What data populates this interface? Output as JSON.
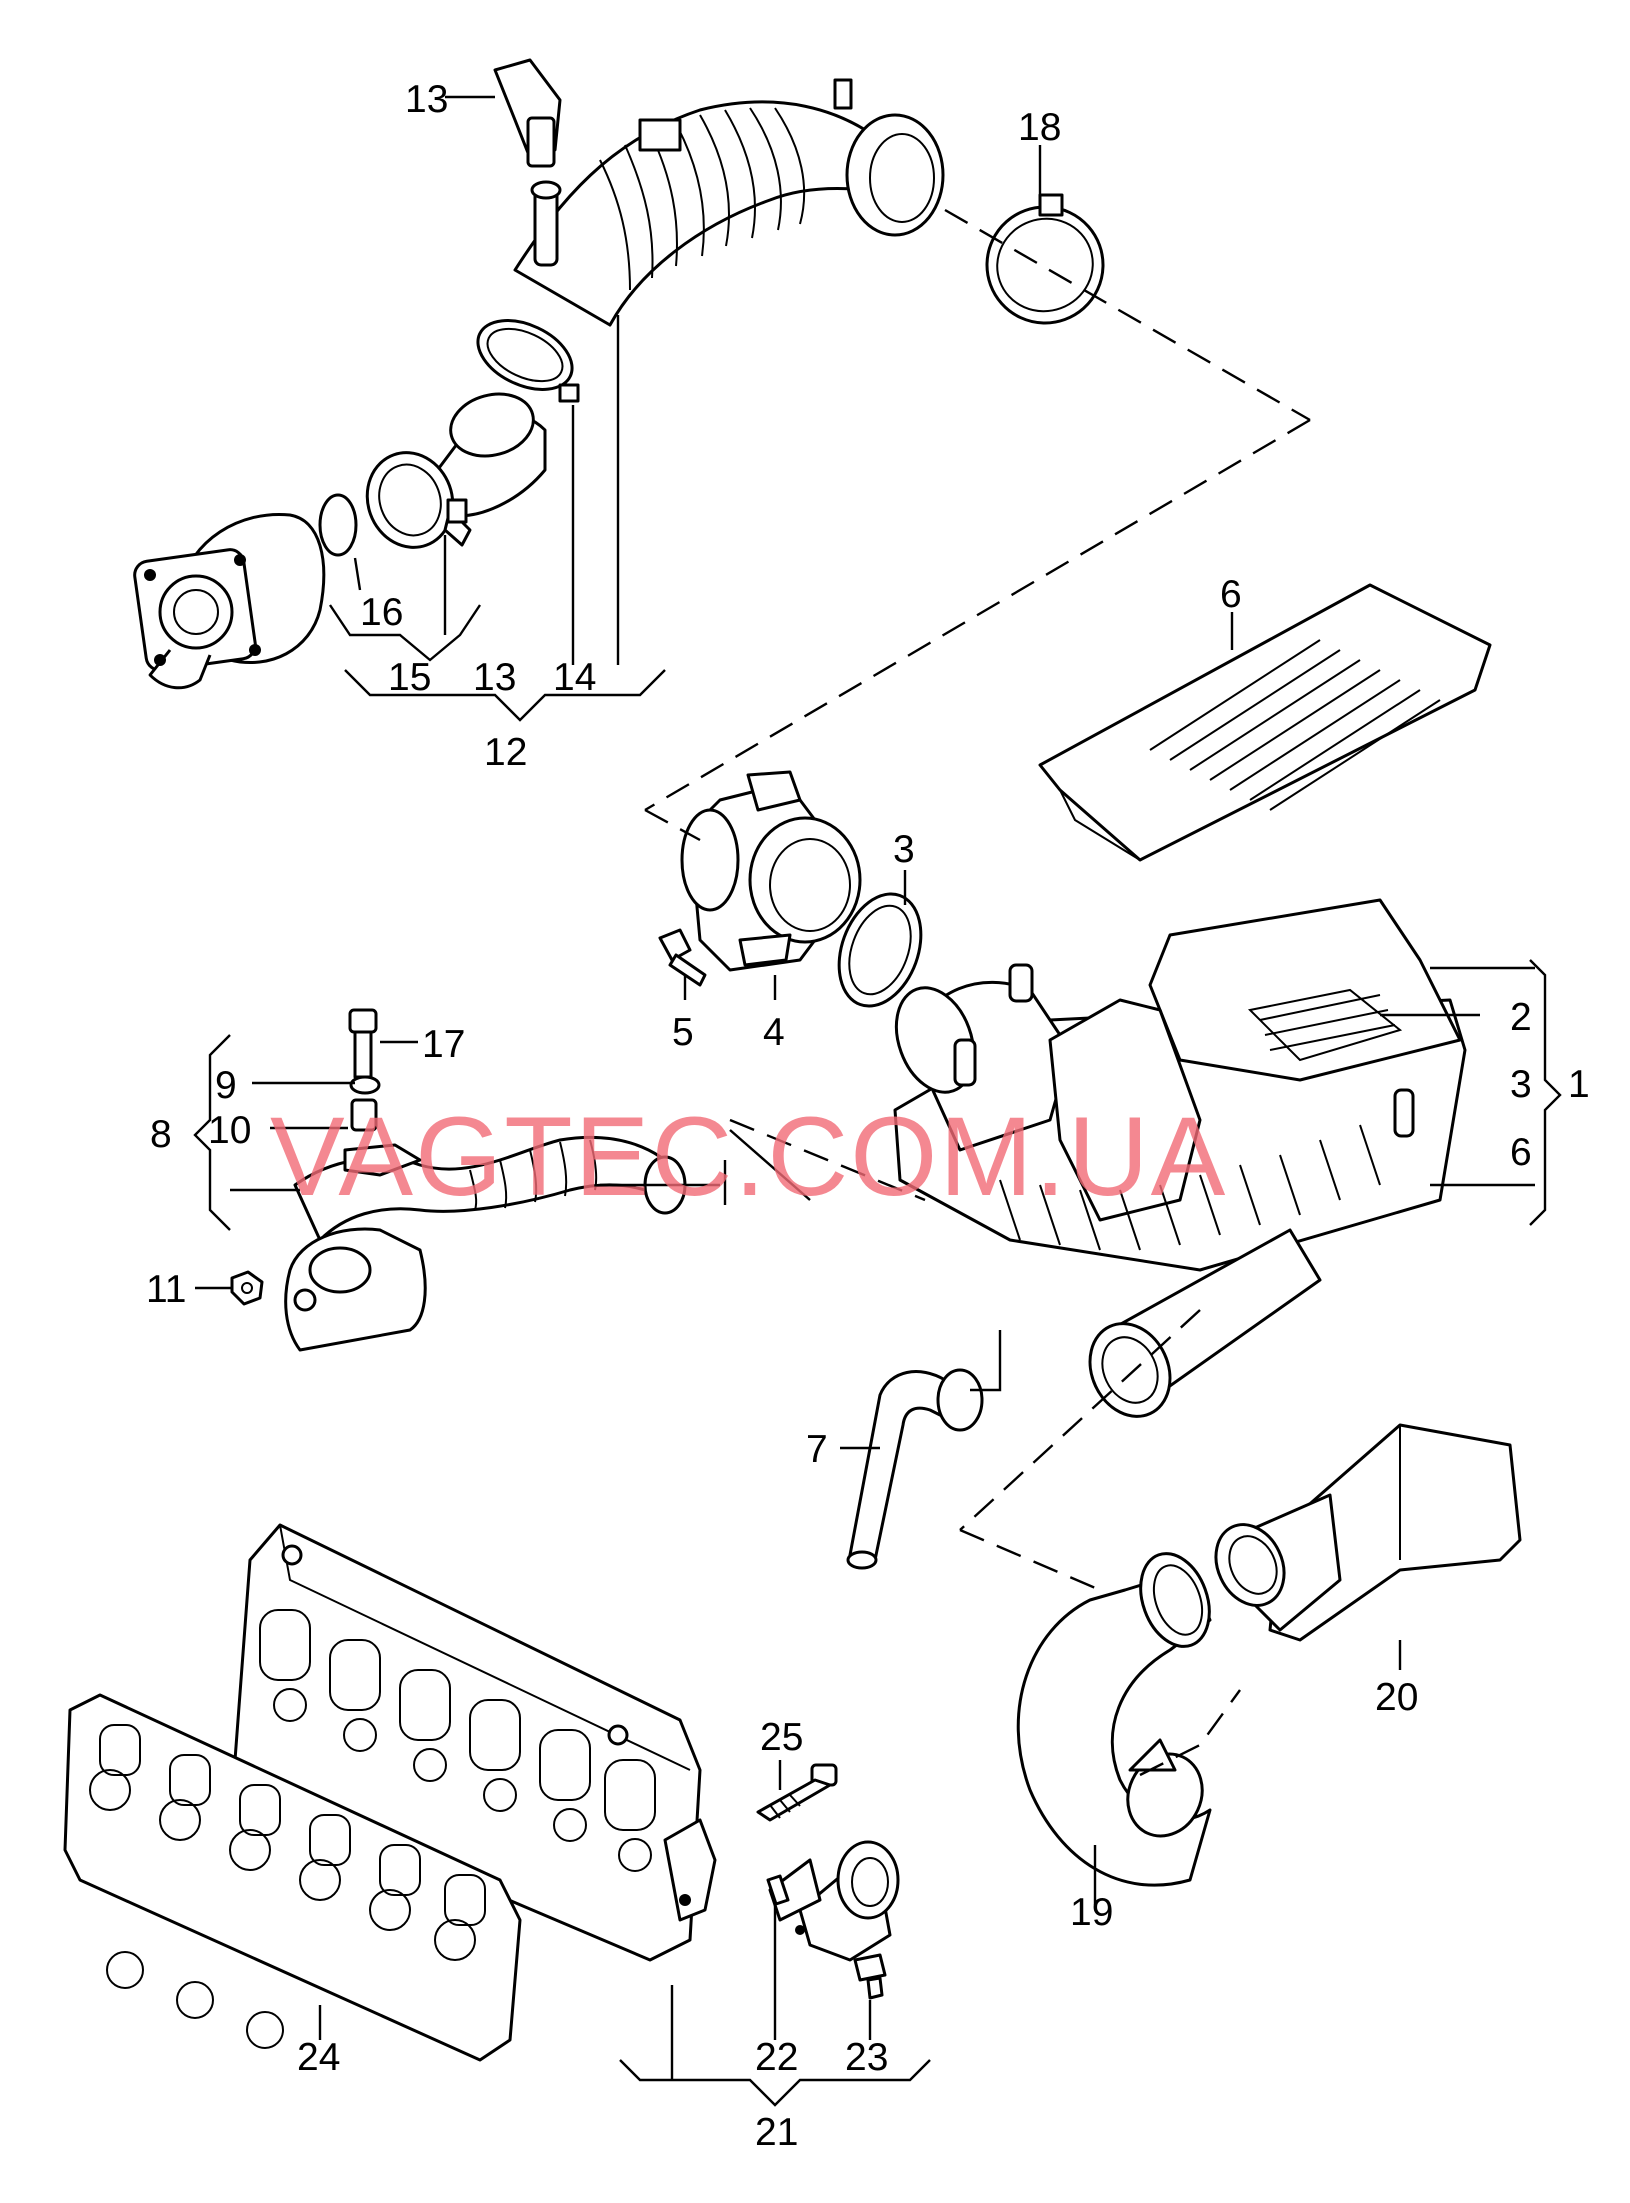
{
  "watermark": "VAGTEC.COM.UA",
  "callouts": {
    "c1": "1",
    "c2": "2",
    "c3a": "3",
    "c3b": "3",
    "c4": "4",
    "c5": "5",
    "c6a": "6",
    "c6b": "6",
    "c7": "7",
    "c8": "8",
    "c9": "9",
    "c10": "10",
    "c11": "11",
    "c12": "12",
    "c13a": "13",
    "c13b": "13",
    "c14": "14",
    "c15": "15",
    "c16": "16",
    "c17": "17",
    "c18": "18",
    "c19": "19",
    "c20": "20",
    "c21": "21",
    "c22": "22",
    "c23": "23",
    "c24": "24",
    "c25": "25"
  },
  "colors": {
    "watermark": "#f26b76",
    "ink": "#000000",
    "paper": "#ffffff"
  }
}
